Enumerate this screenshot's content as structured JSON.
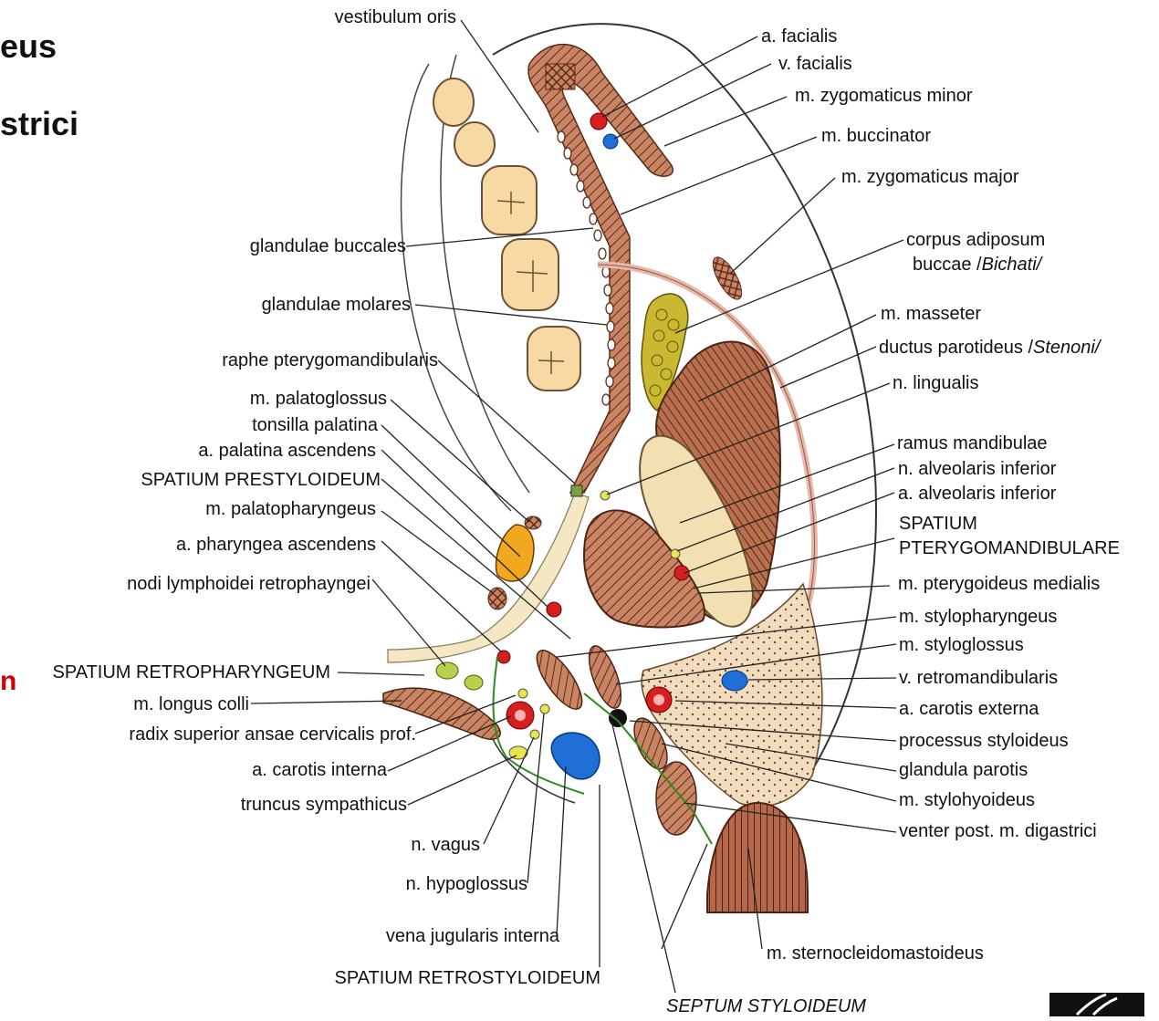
{
  "slide_fragments": {
    "line1": "eus",
    "line2": "strici",
    "red_mark": "n"
  },
  "labels": {
    "vestibulum_oris": "vestibulum oris",
    "a_facialis": "a. facialis",
    "v_facialis": "v. facialis",
    "m_zygomaticus_minor": "m. zygomaticus minor",
    "m_buccinator": "m. buccinator",
    "m_zygomaticus_major": "m. zygomaticus major",
    "glandulae_buccales": "glandulae buccales",
    "corpus_adiposum_1": "corpus adiposum",
    "corpus_adiposum_2": "buccae /",
    "corpus_adiposum_italic": "Bichati/",
    "glandulae_molares": "glandulae molares",
    "m_masseter": "m. masseter",
    "ductus_parotideus": "ductus parotideus /",
    "ductus_parotideus_italic": "Stenoni/",
    "raphe": "raphe pterygomandibularis",
    "n_lingualis": "n. lingualis",
    "m_palatoglossus": "m. palatoglossus",
    "tonsilla_palatina": "tonsilla palatina",
    "a_palatina_ascendens": "a. palatina ascendens",
    "spatium_prestyloideum": "SPATIUM PRESTYLOIDEUM",
    "m_palatopharyngeus": "m. palatopharyngeus",
    "a_pharyngea_ascendens": "a. pharyngea ascendens",
    "nodi_lymphoidei": "nodi lymphoidei retrophayngei",
    "ramus_mandibulae": "ramus mandibulae",
    "n_alveolaris_inferior": "n. alveolaris inferior",
    "a_alveolaris_inferior": "a. alveolaris inferior",
    "spatium_ptery_1": "SPATIUM",
    "spatium_ptery_2": "PTERYGOMANDIBULARE",
    "m_pterygoideus_medialis": "m. pterygoideus medialis",
    "m_stylopharyngeus": "m. stylopharyngeus",
    "m_styloglossus": "m. styloglossus",
    "v_retromandibularis": "v. retromandibularis",
    "a_carotis_externa": "a. carotis externa",
    "processus_styloideus": "processus styloideus",
    "glandula_parotis": "glandula parotis",
    "m_stylohyoideus": "m. stylohyoideus",
    "venter_post": "venter post. m. digastrici",
    "spatium_retropharyngeum": "SPATIUM RETROPHARYNGEUM",
    "m_longus_colli": "m. longus colli",
    "radix_superior": "radix superior ansae cervicalis prof.",
    "a_carotis_interna": "a. carotis interna",
    "truncus_sympathicus": "truncus sympathicus",
    "n_vagus": "n. vagus",
    "n_hypoglossus": "n. hypoglossus",
    "vena_jugularis": "vena jugularis interna",
    "spatium_retrostyloideum": "SPATIUM RETROSTYLOIDEUM",
    "m_sternocleido": "m. sternocleidomastoideus",
    "septum_styloideum": "SEPTUM STYLOIDEUM"
  },
  "colors": {
    "muscle": "#b5694a",
    "muscle_hatch": "#5a2a18",
    "tooth": "#f7d9a4",
    "artery": "#d62020",
    "vein": "#1f6fd6",
    "nerve": "#e8e44a",
    "fat": "#c9b830",
    "parotid": "#f1dcc0",
    "tonsil": "#f2a81e",
    "skin": "#e8b7a8",
    "red_mark": "#d00000"
  }
}
